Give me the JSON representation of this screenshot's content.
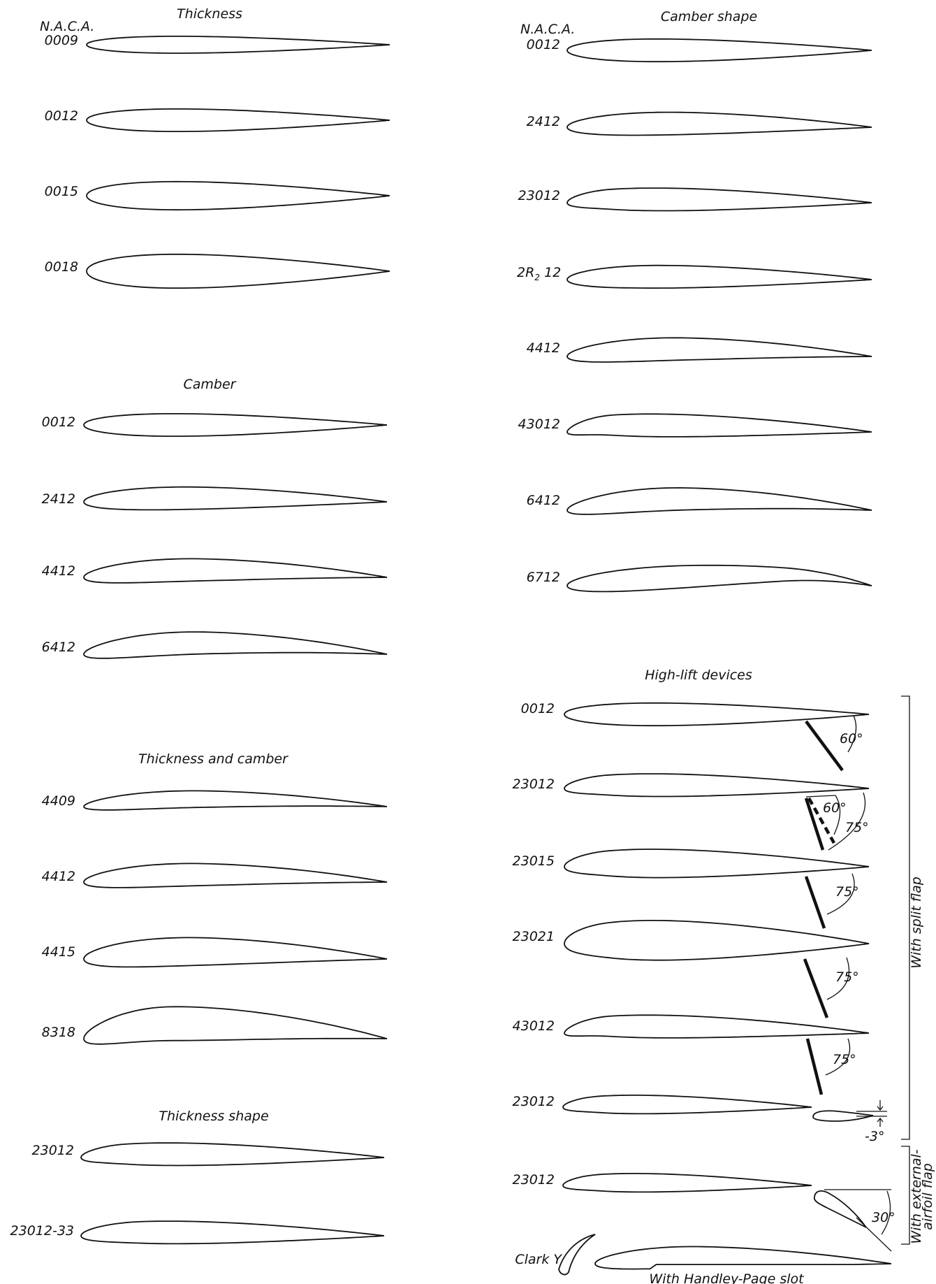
{
  "sections": {
    "thickness": {
      "title": "Thickness",
      "header": "N.A.C.A.",
      "airfoils": [
        {
          "label": "0009",
          "thickness": 0.09,
          "camber": 0,
          "p": 0.4
        },
        {
          "label": "0012",
          "thickness": 0.12,
          "camber": 0,
          "p": 0.4
        },
        {
          "label": "0015",
          "thickness": 0.15,
          "camber": 0,
          "p": 0.4
        },
        {
          "label": "0018",
          "thickness": 0.18,
          "camber": 0,
          "p": 0.4
        }
      ]
    },
    "camber": {
      "title": "Camber",
      "airfoils": [
        {
          "label": "0012",
          "thickness": 0.12,
          "camber": 0,
          "p": 0.4
        },
        {
          "label": "2412",
          "thickness": 0.12,
          "camber": 0.02,
          "p": 0.4
        },
        {
          "label": "4412",
          "thickness": 0.12,
          "camber": 0.04,
          "p": 0.4
        },
        {
          "label": "6412",
          "thickness": 0.12,
          "camber": 0.06,
          "p": 0.4
        }
      ]
    },
    "thickness_and_camber": {
      "title": "Thickness and camber",
      "airfoils": [
        {
          "label": "4409",
          "thickness": 0.09,
          "camber": 0.04,
          "p": 0.4
        },
        {
          "label": "4412",
          "thickness": 0.12,
          "camber": 0.04,
          "p": 0.4
        },
        {
          "label": "4415",
          "thickness": 0.15,
          "camber": 0.04,
          "p": 0.4
        },
        {
          "label": "8318",
          "thickness": 0.18,
          "camber": 0.08,
          "p": 0.3
        }
      ]
    },
    "thickness_shape": {
      "title": "Thickness shape",
      "airfoils": [
        {
          "label": "23012",
          "thickness": 0.12,
          "camber": 0.018,
          "p": 0.15
        },
        {
          "label": "23012-33",
          "thickness": 0.12,
          "camber": 0.018,
          "p": 0.2
        }
      ]
    },
    "camber_shape": {
      "title": "Camber shape",
      "header": "N.A.C.A.",
      "airfoils": [
        {
          "label": "0012",
          "thickness": 0.12,
          "camber": 0,
          "p": 0.4
        },
        {
          "label": "2412",
          "thickness": 0.12,
          "camber": 0.02,
          "p": 0.4
        },
        {
          "label": "23012",
          "thickness": 0.12,
          "camber": 0.018,
          "p": 0.15
        },
        {
          "label": "2R",
          "label_sub": "2",
          "label_tail": " 12",
          "thickness": 0.12,
          "camber": 0.015,
          "p": 0.3
        },
        {
          "label": "4412",
          "thickness": 0.12,
          "camber": 0.04,
          "p": 0.4
        },
        {
          "label": "43012",
          "thickness": 0.12,
          "camber": 0.036,
          "p": 0.15
        },
        {
          "label": "6412",
          "thickness": 0.12,
          "camber": 0.06,
          "p": 0.4
        },
        {
          "label": "6712",
          "thickness": 0.12,
          "camber": 0.06,
          "p": 0.7
        }
      ]
    },
    "high_lift": {
      "title": "High-lift devices",
      "airfoils": [
        {
          "label": "0012",
          "angles": [
            "60°"
          ],
          "thickness": 0.12,
          "camber": 0,
          "p": 0.4
        },
        {
          "label": "23012",
          "angles": [
            "60°",
            "75°"
          ],
          "thickness": 0.12,
          "camber": 0.018,
          "p": 0.15
        },
        {
          "label": "23015",
          "angles": [
            "75°"
          ],
          "thickness": 0.15,
          "camber": 0.018,
          "p": 0.15
        },
        {
          "label": "23021",
          "angles": [
            "75°"
          ],
          "thickness": 0.21,
          "camber": 0.018,
          "p": 0.15
        },
        {
          "label": "43012",
          "angles": [
            "75°"
          ],
          "thickness": 0.12,
          "camber": 0.036,
          "p": 0.15
        },
        {
          "label": "23012",
          "angles": [
            "-3°"
          ],
          "thickness": 0.12,
          "camber": 0.018,
          "p": 0.15
        },
        {
          "label": "23012",
          "angles": [
            "30°"
          ],
          "thickness": 0.12,
          "camber": 0.018,
          "p": 0.15
        },
        {
          "label": "Clark Y",
          "angles": [],
          "thickness": 0.117,
          "camber": 0.035,
          "p": 0.35
        }
      ],
      "side_labels": {
        "split_flap": "With split flap",
        "external_airfoil_flap_1": "With external-",
        "external_airfoil_flap_2": "airfoil flap"
      },
      "caption": "With Handley-Page slot"
    }
  }
}
